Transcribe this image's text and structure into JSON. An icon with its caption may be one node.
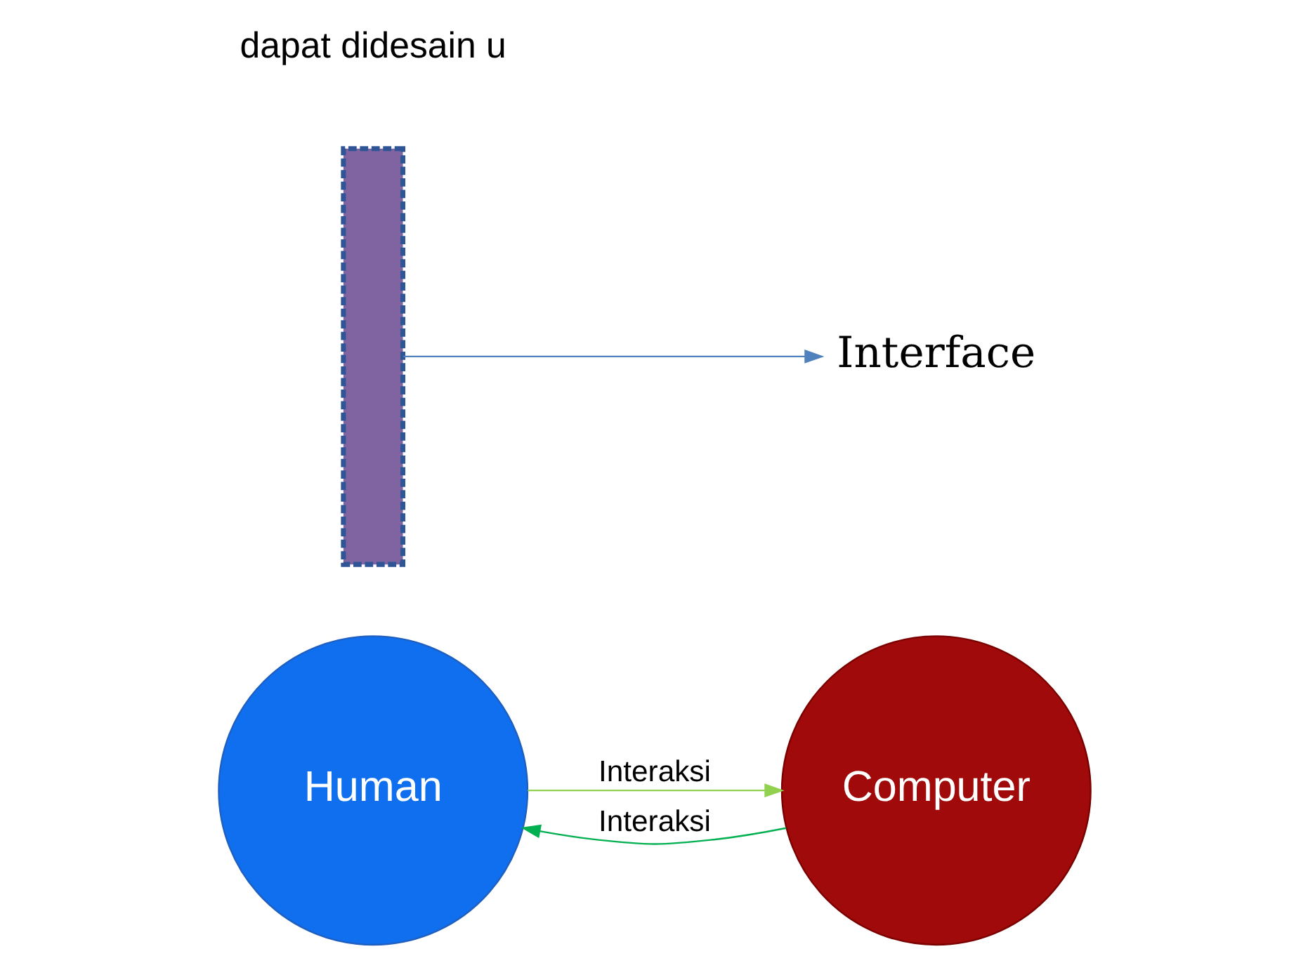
{
  "diagram": {
    "nodes": [
      {
        "text": [
          "Human"
        ]
      },
      {
        "text": [
          "Computer"
        ]
      },
      {
        "text": [],
        "shape": "bar"
      },
      {
        "text": [
          "Interface"
        ]
      }
    ],
    "edges": [
      {
        "from": 0,
        "to": 1,
        "arrow": "to",
        "label": "Interaksi",
        "color": "#92d050"
      },
      {
        "from": 1,
        "to": 0,
        "arrow": "to",
        "label": "Interaksi",
        "color": "#00b050"
      },
      {
        "from": 2,
        "to": 3,
        "arrow": "to",
        "color": "#4f81bd"
      }
    ],
    "labels": [
      "dapat didesain u"
    ]
  }
}
